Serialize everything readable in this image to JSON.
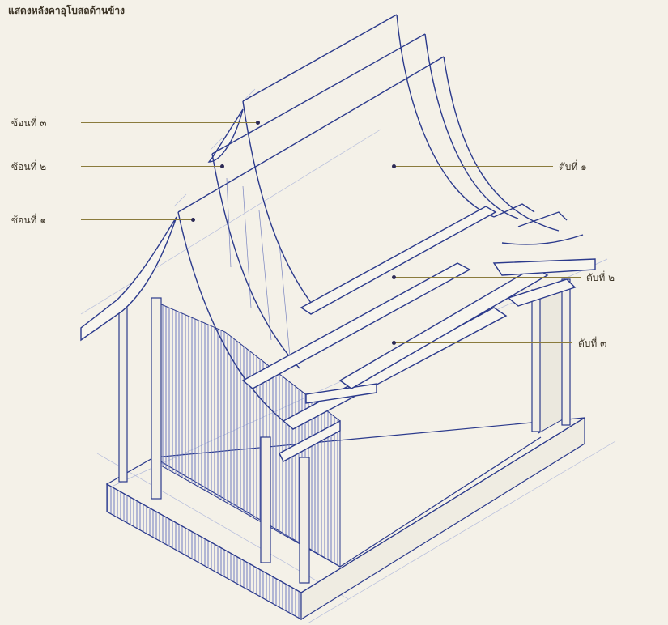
{
  "caption": "แสดงหลังคาอุโบสถด้านข้าง",
  "labels": {
    "left": [
      "ซ้อนที่ ๓",
      "ซ้อนที่ ๒",
      "ซ้อนที่ ๑"
    ],
    "right": [
      "ตับที่ ๑",
      "ตับที่ ๒",
      "ตับที่ ๓"
    ]
  },
  "colors": {
    "ink": "#2b3a8c",
    "hatch": "#5a68b5",
    "leader": "#8a7b3c",
    "paper": "#f4f1e8"
  }
}
